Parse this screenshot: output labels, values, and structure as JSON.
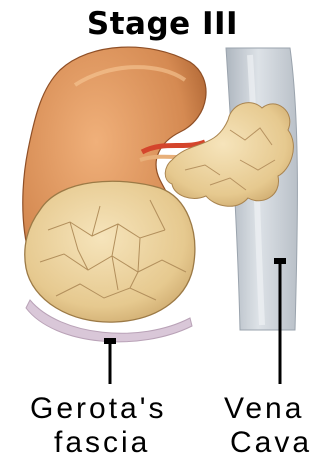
{
  "title": "Stage III",
  "labels": {
    "gerota_line1": "Gerota's",
    "gerota_line2": "fascia",
    "vena_line1": "Vena",
    "vena_line2": "Cava"
  },
  "colors": {
    "kidney": "#d9905a",
    "kidney_shadow": "#b86a3a",
    "tumor": "#e8cf9a",
    "tumor_vein": "#a98a5a",
    "vena_cava": "#c9cfd6",
    "fascia": "#d9c7d8",
    "vessel": "#d4452c"
  }
}
